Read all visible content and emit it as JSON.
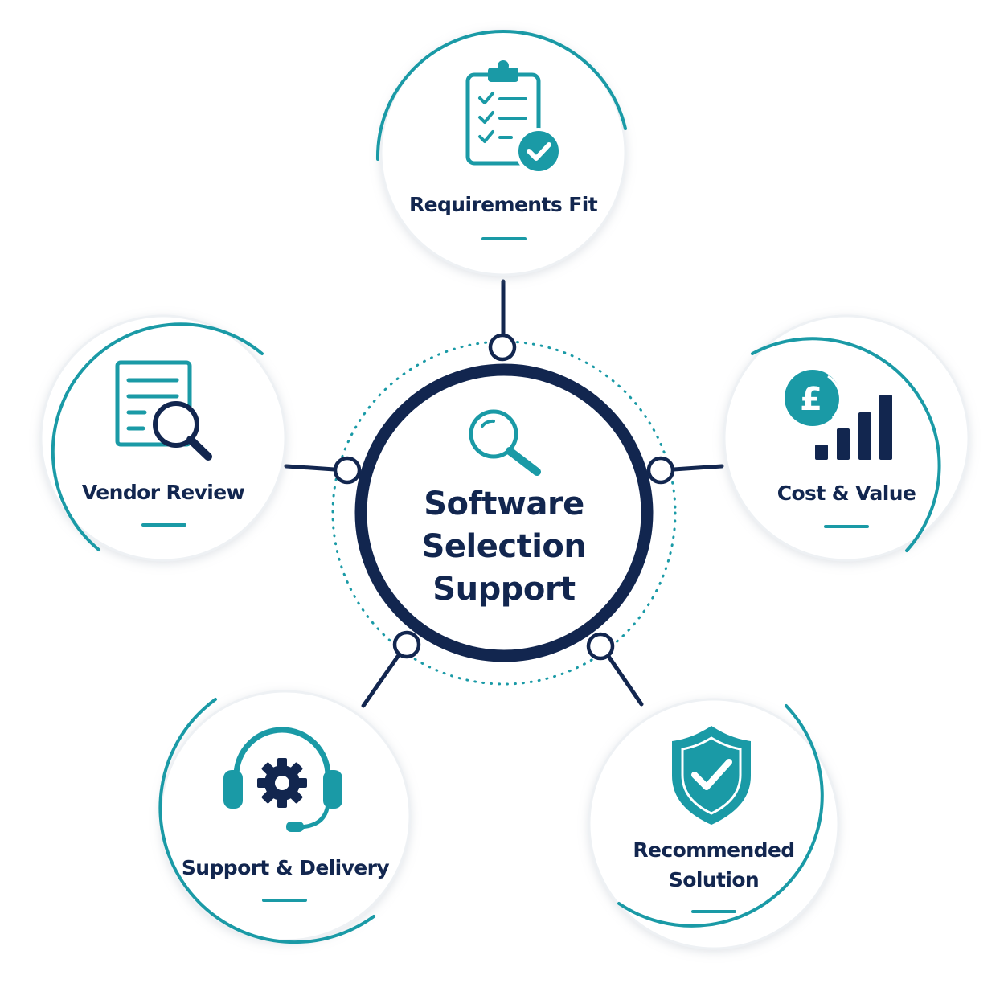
{
  "colors": {
    "navy": "#12264f",
    "teal": "#1a9aa6",
    "shadow": "#e3e8ed",
    "background": "#ffffff"
  },
  "center": {
    "title_lines": [
      "Software",
      "Selection",
      "Support"
    ],
    "icon": "magnifier-icon"
  },
  "nodes": [
    {
      "id": "requirements-fit",
      "lines": [
        "Requirements Fit"
      ],
      "icon": "clipboard-check-icon"
    },
    {
      "id": "cost-value",
      "lines": [
        "Cost & Value"
      ],
      "icon": "pound-coin-chart-icon"
    },
    {
      "id": "recommended-solution",
      "lines": [
        "Recommended",
        "Solution"
      ],
      "icon": "shield-check-icon"
    },
    {
      "id": "support-delivery",
      "lines": [
        "Support & Delivery"
      ],
      "icon": "headset-gear-icon"
    },
    {
      "id": "vendor-review",
      "lines": [
        "Vendor Review"
      ],
      "icon": "document-search-icon"
    }
  ]
}
